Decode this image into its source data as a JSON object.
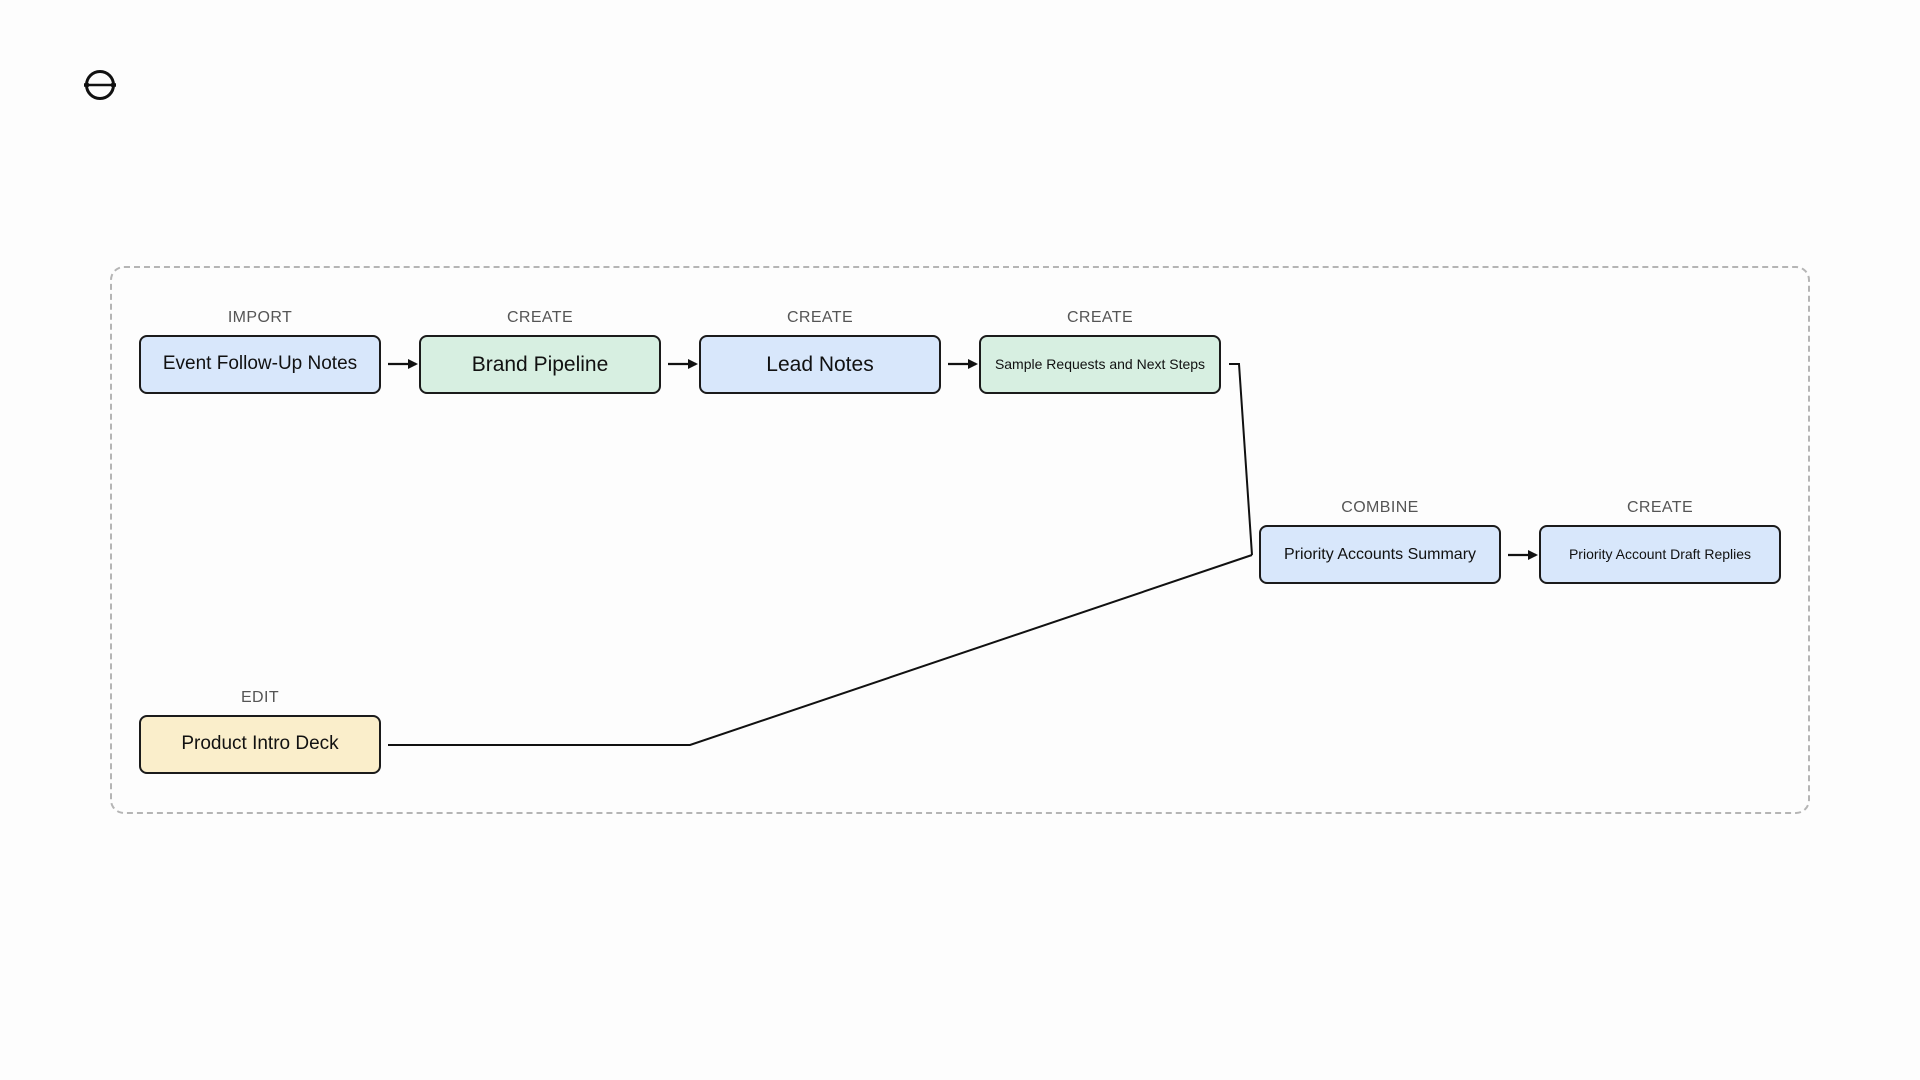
{
  "logo": {
    "icon": "divided-circle-icon"
  },
  "diagram": {
    "nodes": [
      {
        "id": "event-follow-up-notes",
        "step": "IMPORT",
        "label": "Event Follow-Up Notes",
        "color": "#d8e7fb"
      },
      {
        "id": "brand-pipeline",
        "step": "CREATE",
        "label": "Brand Pipeline",
        "color": "#d7efe1"
      },
      {
        "id": "lead-notes",
        "step": "CREATE",
        "label": "Lead Notes",
        "color": "#d8e7fb"
      },
      {
        "id": "sample-requests",
        "step": "CREATE",
        "label": "Sample Requests and Next Steps",
        "color": "#d7efe1"
      },
      {
        "id": "priority-accounts-summary",
        "step": "COMBINE",
        "label": "Priority Accounts Summary",
        "color": "#d8e7fb"
      },
      {
        "id": "priority-account-draft-replies",
        "step": "CREATE",
        "label": "Priority Account Draft Replies",
        "color": "#d8e7fb"
      },
      {
        "id": "product-intro-deck",
        "step": "EDIT",
        "label": "Product Intro Deck",
        "color": "#faeecb"
      }
    ],
    "edges": [
      {
        "from": "event-follow-up-notes",
        "to": "brand-pipeline",
        "arrow": true
      },
      {
        "from": "brand-pipeline",
        "to": "lead-notes",
        "arrow": true
      },
      {
        "from": "lead-notes",
        "to": "sample-requests",
        "arrow": true
      },
      {
        "from": "sample-requests",
        "to": "priority-accounts-summary",
        "arrow": false
      },
      {
        "from": "product-intro-deck",
        "to": "priority-accounts-summary",
        "arrow": false
      },
      {
        "from": "priority-accounts-summary",
        "to": "priority-account-draft-replies",
        "arrow": true
      }
    ]
  }
}
